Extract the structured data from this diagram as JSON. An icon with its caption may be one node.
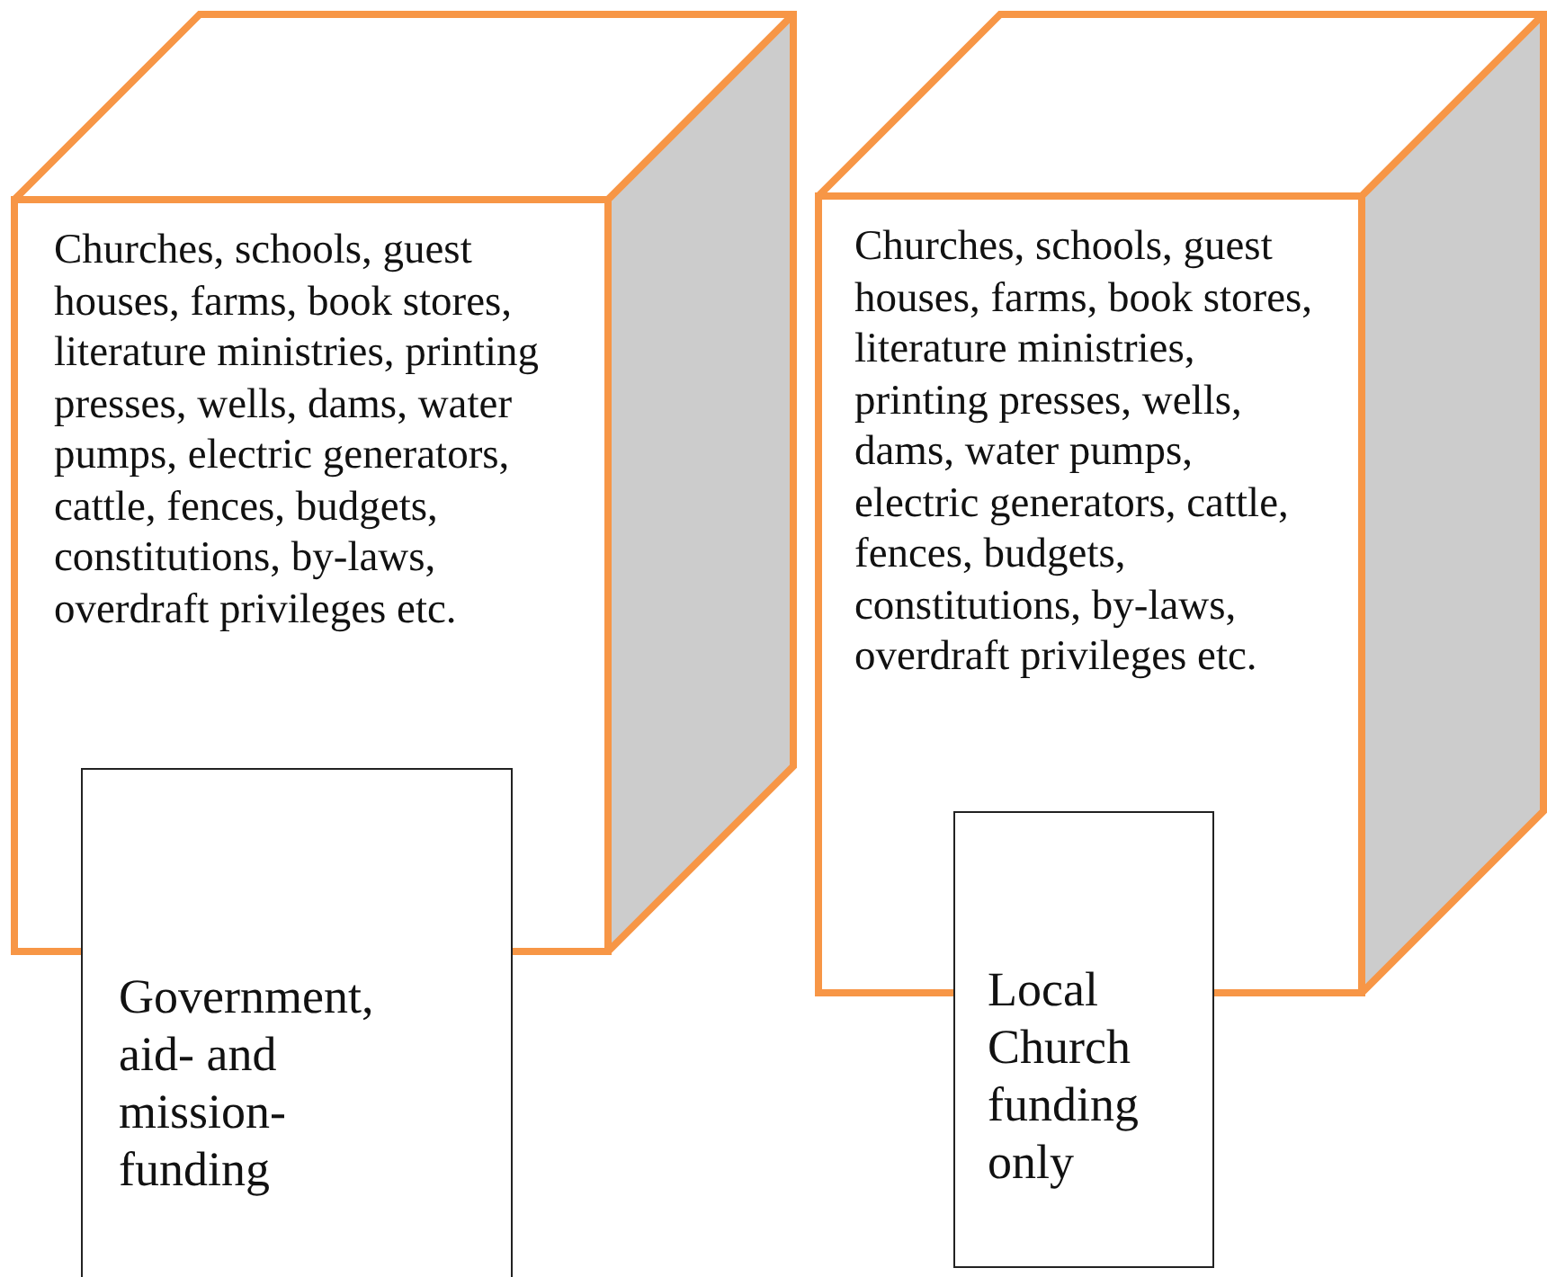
{
  "diagram": {
    "nodes": [
      {
        "text": [
          "Churches, schools, guest houses, farms, book stores, literature ministries, printing presses, wells, dams, water pumps, electric generators, cattle, fences, budgets, constitutions, by-laws, overdraft privileges etc."
        ]
      },
      {
        "text": [
          "Government, aid- and mission-funding"
        ]
      },
      {
        "text": [
          "Churches, schools, guest houses, farms, book stores, literature ministries, printing presses, wells, dams, water pumps, electric generators, cattle, fences, budgets, constitutions, by-laws, overdraft privileges etc."
        ]
      },
      {
        "text": [
          "Local Church funding only"
        ]
      }
    ]
  }
}
